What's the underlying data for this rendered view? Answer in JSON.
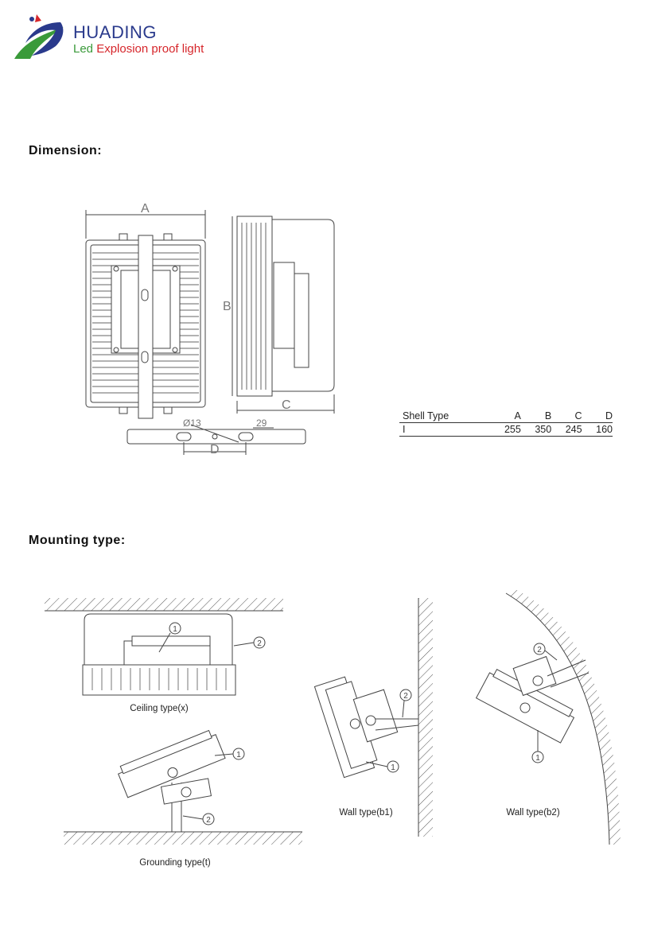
{
  "header": {
    "brand": "HUADING",
    "tagline_prefix": "Led",
    "tagline_rest": " Explosion proof light"
  },
  "dimension": {
    "title": "Dimension:",
    "labels": {
      "a": "A",
      "b": "B",
      "c": "C",
      "d": "D",
      "hole": "Ø13",
      "slot": "29"
    },
    "table": {
      "headers": [
        "Shell Type",
        "A",
        "B",
        "C",
        "D"
      ],
      "rows": [
        [
          "I",
          "255",
          "350",
          "245",
          "160"
        ]
      ]
    }
  },
  "mounting": {
    "title": "Mounting type:",
    "captions": {
      "ceiling": "Ceiling type(x)",
      "grounding": "Grounding type(t)",
      "wall_b1": "Wall type(b1)",
      "wall_b2": "Wall type(b2)"
    },
    "markers": {
      "one": "1",
      "two": "2"
    }
  },
  "colors": {
    "brand_blue": "#2a3a8c",
    "brand_red": "#d6262b",
    "logo_green": "#3a9a3a",
    "line": "#444444"
  }
}
